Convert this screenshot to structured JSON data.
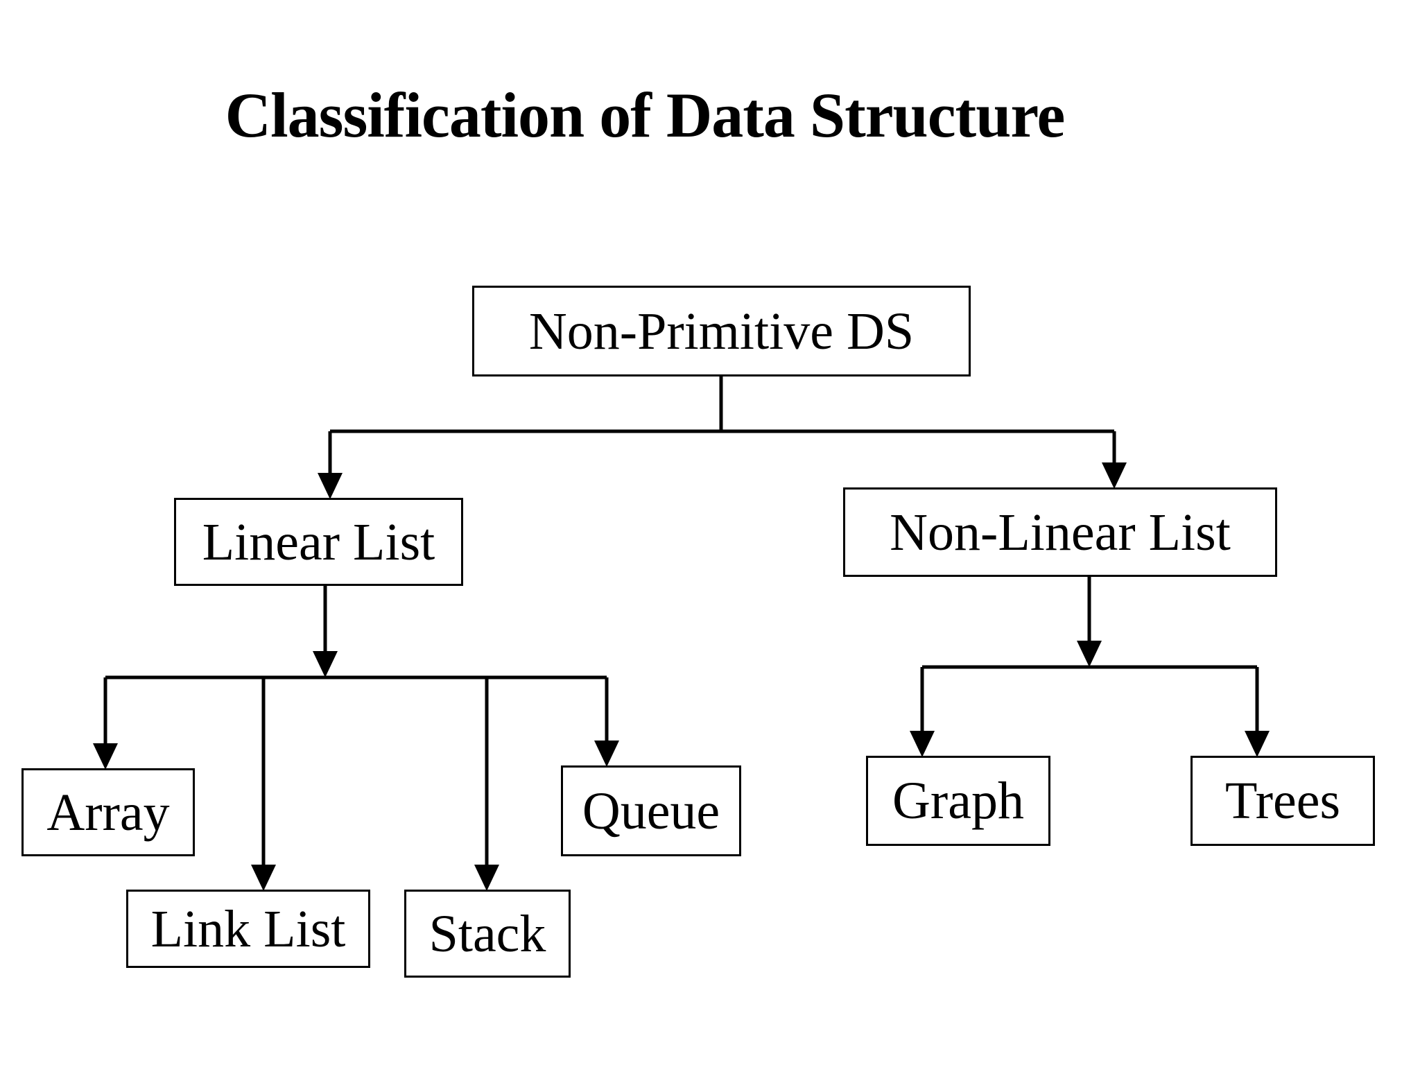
{
  "page": {
    "title": "Classification of Data Structure",
    "background_color": "#ffffff",
    "line_color": "#000000",
    "text_color": "#000000"
  },
  "diagram": {
    "type": "hierarchy-tree",
    "root": "Non-Primitive DS",
    "nodes": [
      {
        "id": "non-primitive-ds",
        "label": "Non-Primitive DS",
        "level": 0
      },
      {
        "id": "linear-list",
        "label": "Linear List",
        "level": 1
      },
      {
        "id": "non-linear-list",
        "label": "Non-Linear List",
        "level": 1
      },
      {
        "id": "array",
        "label": "Array",
        "level": 2
      },
      {
        "id": "link-list",
        "label": "Link List",
        "level": 2
      },
      {
        "id": "stack",
        "label": "Stack",
        "level": 2
      },
      {
        "id": "queue",
        "label": "Queue",
        "level": 2
      },
      {
        "id": "graph",
        "label": "Graph",
        "level": 2
      },
      {
        "id": "trees",
        "label": "Trees",
        "level": 2
      }
    ],
    "edges": [
      {
        "from": "non-primitive-ds",
        "to": "linear-list"
      },
      {
        "from": "non-primitive-ds",
        "to": "non-linear-list"
      },
      {
        "from": "linear-list",
        "to": "array"
      },
      {
        "from": "linear-list",
        "to": "link-list"
      },
      {
        "from": "linear-list",
        "to": "stack"
      },
      {
        "from": "linear-list",
        "to": "queue"
      },
      {
        "from": "non-linear-list",
        "to": "graph"
      },
      {
        "from": "non-linear-list",
        "to": "trees"
      }
    ]
  }
}
